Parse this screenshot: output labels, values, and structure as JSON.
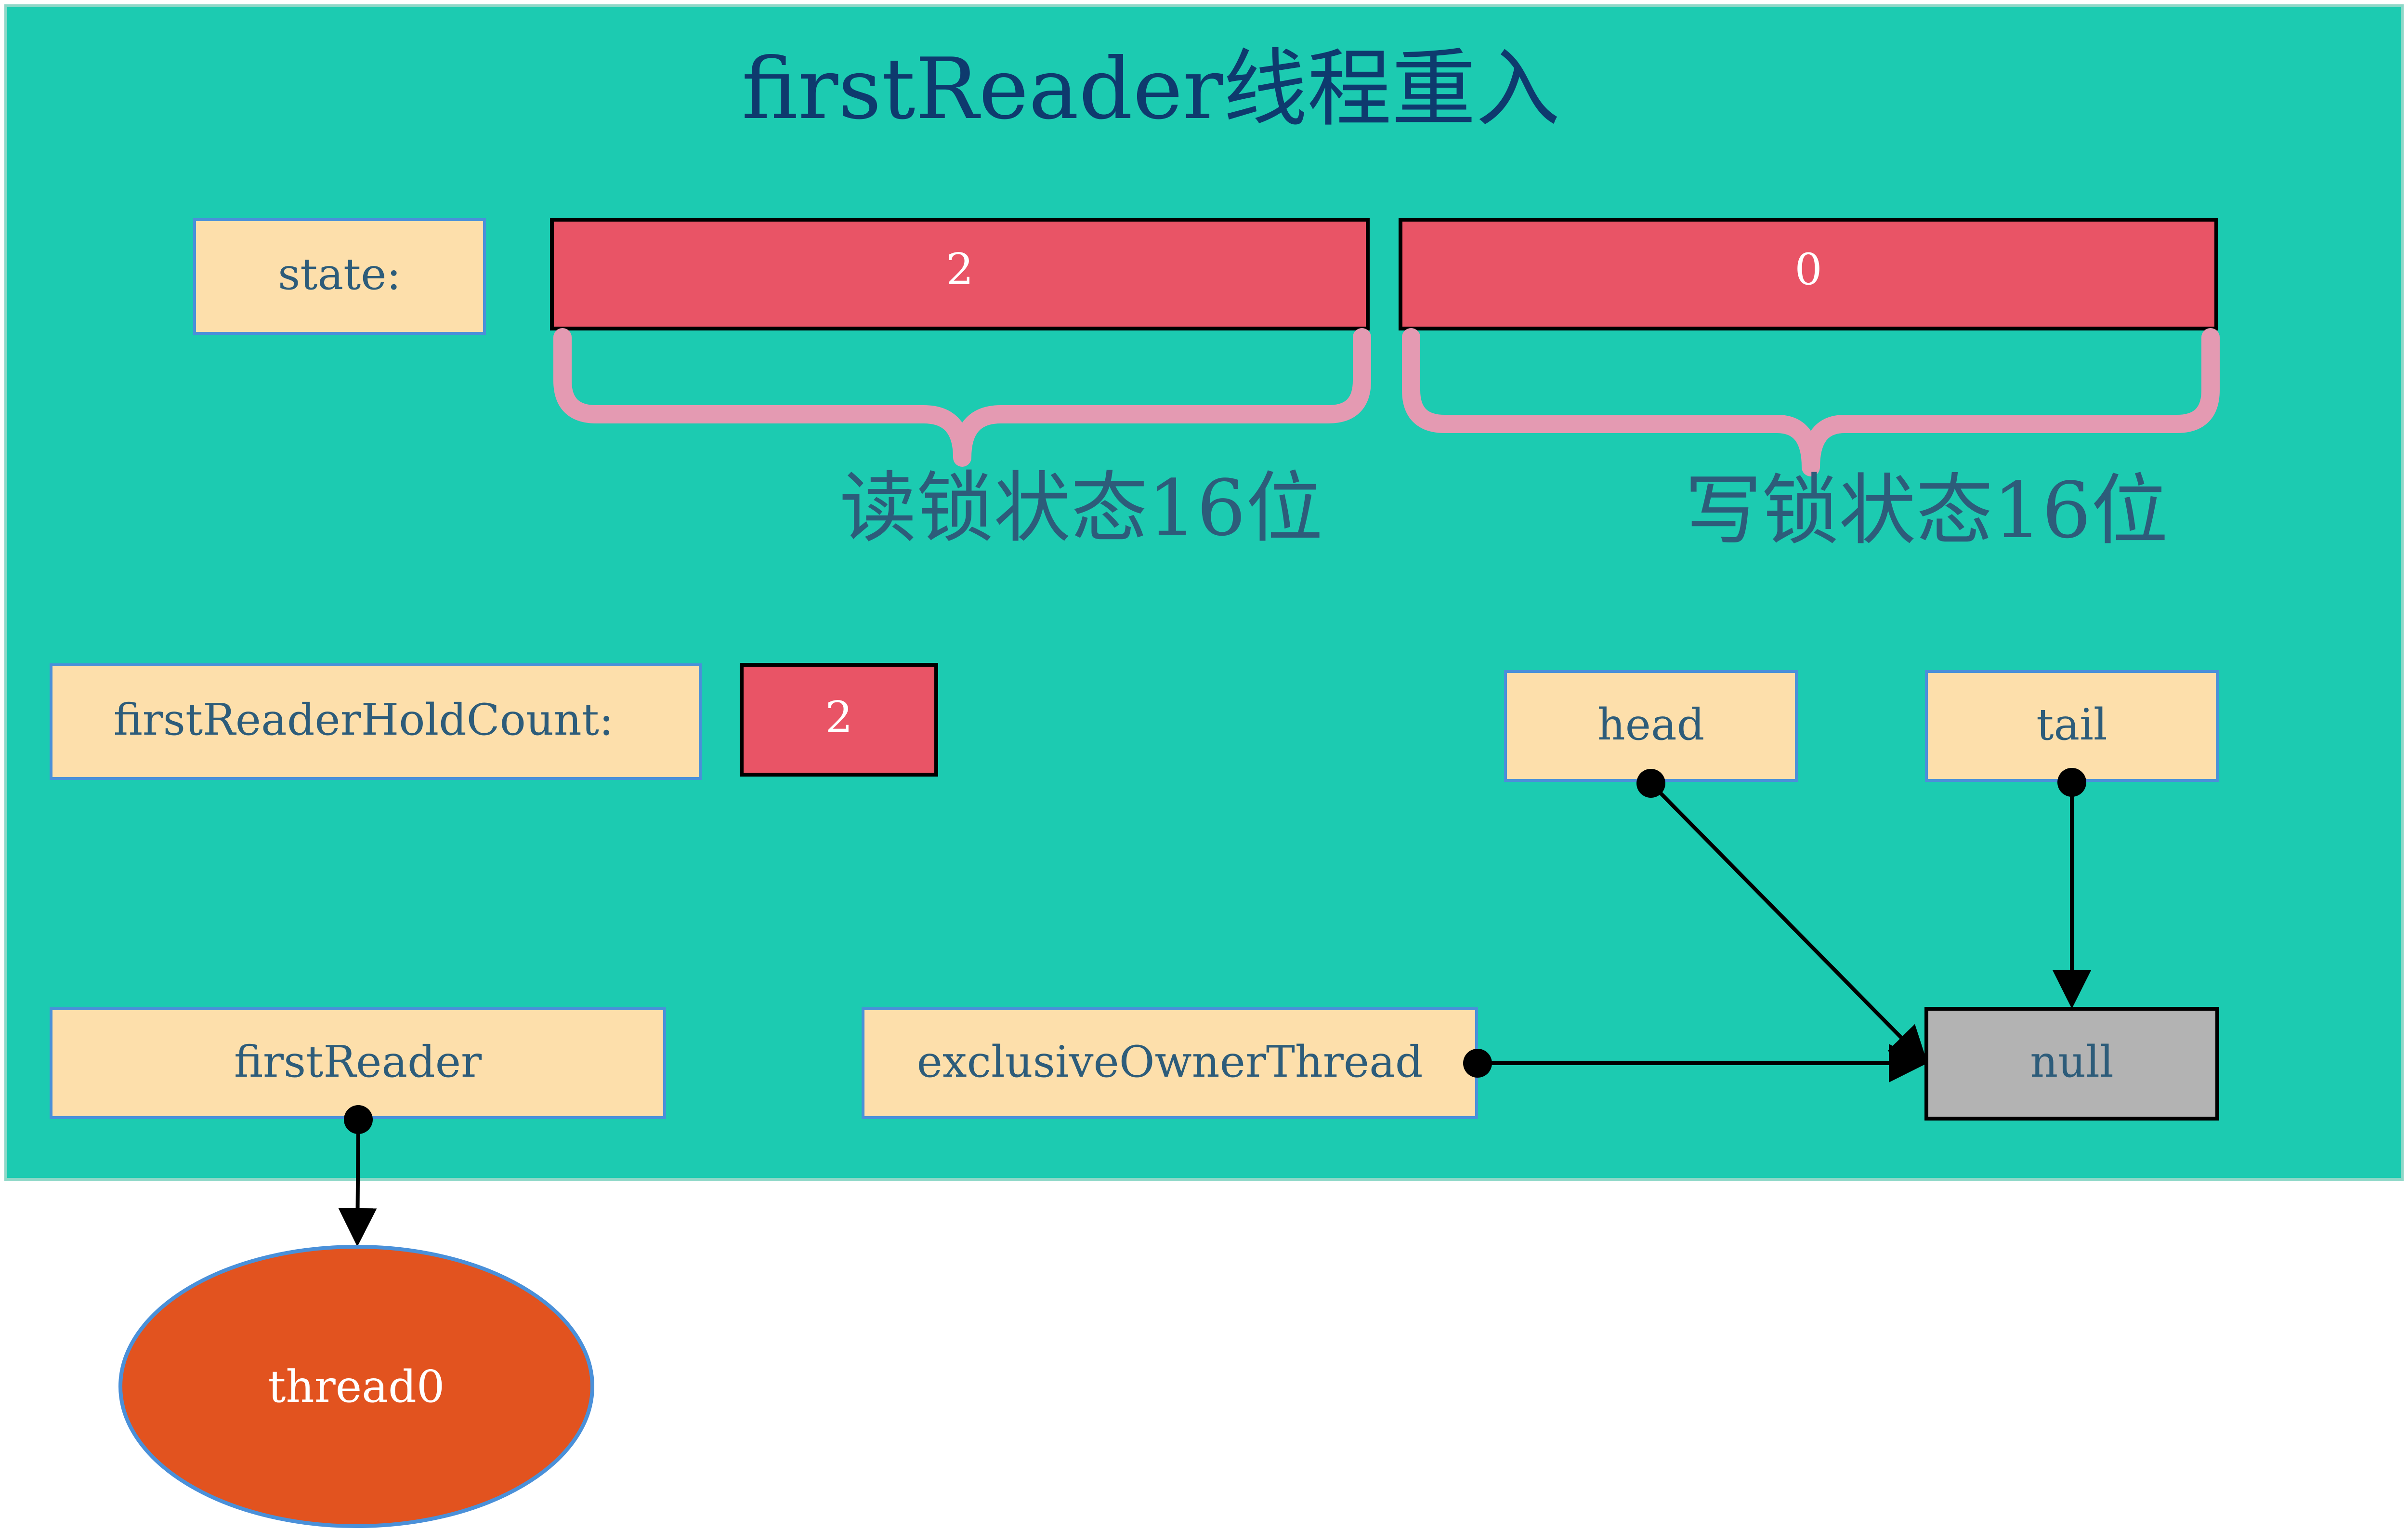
{
  "title": "firstReader线程重入",
  "labels": {
    "state": "state:",
    "first_reader_hold_count": "firstReaderHoldCount:",
    "head": "head",
    "tail": "tail",
    "first_reader": "firstReader",
    "exclusive_owner_thread": "exclusiveOwnerThread",
    "null_node": "null",
    "thread": "thread0"
  },
  "values": {
    "read_state": "2",
    "write_state": "0",
    "hold_count": "2"
  },
  "braces": {
    "read_label": "读锁状态16位",
    "write_label": "写锁状态16位"
  },
  "colors": {
    "background": "#1CCBB1",
    "field_box": "#FDDFAB",
    "value_box": "#E95466",
    "null_box": "#B3B3B3",
    "thread_node": "#E2531F",
    "brace": "#E49AB2",
    "title_text": "#0E3A6E",
    "label_text": "#2D5C7A"
  }
}
